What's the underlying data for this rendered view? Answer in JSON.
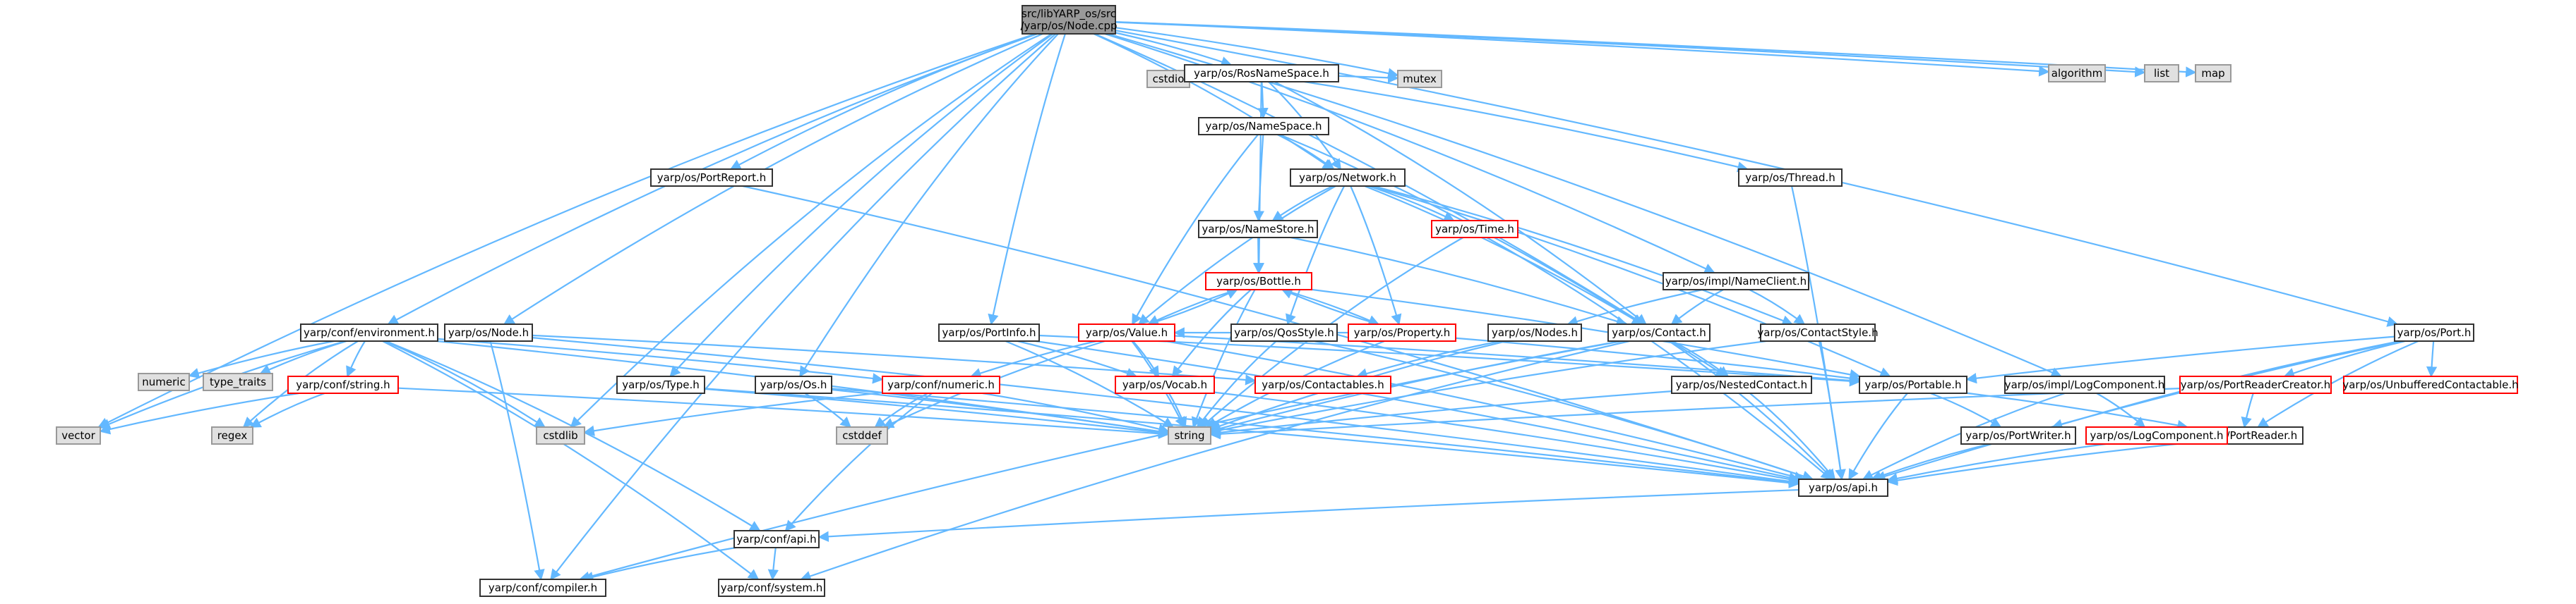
{
  "colors": {
    "edge": "#63b8ff",
    "node_border": "#333333",
    "node_border_missing": "#ff0000",
    "node_fill": "#ffffff",
    "external_fill": "#e0e0e0",
    "external_border": "#999999",
    "root_fill": "#999999",
    "text": "#000000"
  },
  "nodes": [
    {
      "id": "root",
      "label": [
        "src/libYARP_os/src",
        "/yarp/os/Node.cpp"
      ],
      "kind": "root"
    },
    {
      "id": "algorithm",
      "label": [
        "algorithm"
      ],
      "kind": "external"
    },
    {
      "id": "list",
      "label": [
        "list"
      ],
      "kind": "external"
    },
    {
      "id": "map",
      "label": [
        "map"
      ],
      "kind": "external"
    },
    {
      "id": "mutex",
      "label": [
        "mutex"
      ],
      "kind": "external"
    },
    {
      "id": "cstdio",
      "label": [
        "cstdio"
      ],
      "kind": "external"
    },
    {
      "id": "numeric",
      "label": [
        "numeric"
      ],
      "kind": "external"
    },
    {
      "id": "type_traits",
      "label": [
        "type_traits"
      ],
      "kind": "external"
    },
    {
      "id": "vector",
      "label": [
        "vector"
      ],
      "kind": "external"
    },
    {
      "id": "regex",
      "label": [
        "regex"
      ],
      "kind": "external"
    },
    {
      "id": "cstdlib",
      "label": [
        "cstdlib"
      ],
      "kind": "external"
    },
    {
      "id": "cstddef",
      "label": [
        "cstddef"
      ],
      "kind": "external"
    },
    {
      "id": "string",
      "label": [
        "string"
      ],
      "kind": "external"
    },
    {
      "id": "RosNameSpace",
      "label": [
        "yarp/os/RosNameSpace.h"
      ],
      "kind": "normal"
    },
    {
      "id": "NameSpace",
      "label": [
        "yarp/os/NameSpace.h"
      ],
      "kind": "normal"
    },
    {
      "id": "Network",
      "label": [
        "yarp/os/Network.h"
      ],
      "kind": "normal"
    },
    {
      "id": "NameStore",
      "label": [
        "yarp/os/NameStore.h"
      ],
      "kind": "normal"
    },
    {
      "id": "Time",
      "label": [
        "yarp/os/Time.h"
      ],
      "kind": "missing"
    },
    {
      "id": "Bottle",
      "label": [
        "yarp/os/Bottle.h"
      ],
      "kind": "missing"
    },
    {
      "id": "Value",
      "label": [
        "yarp/os/Value.h"
      ],
      "kind": "missing"
    },
    {
      "id": "Property",
      "label": [
        "yarp/os/Property.h"
      ],
      "kind": "missing"
    },
    {
      "id": "Vocab",
      "label": [
        "yarp/os/Vocab.h"
      ],
      "kind": "missing"
    },
    {
      "id": "Contactables",
      "label": [
        "yarp/os/Contactables.h"
      ],
      "kind": "missing"
    },
    {
      "id": "ConfNumeric",
      "label": [
        "yarp/conf/numeric.h"
      ],
      "kind": "missing"
    },
    {
      "id": "ConfString",
      "label": [
        "yarp/conf/string.h"
      ],
      "kind": "missing"
    },
    {
      "id": "ConfEnvironment",
      "label": [
        "yarp/conf/environment.h"
      ],
      "kind": "normal"
    },
    {
      "id": "NodeH",
      "label": [
        "yarp/os/Node.h"
      ],
      "kind": "normal"
    },
    {
      "id": "PortReport",
      "label": [
        "yarp/os/PortReport.h"
      ],
      "kind": "normal"
    },
    {
      "id": "PortInfo",
      "label": [
        "yarp/os/PortInfo.h"
      ],
      "kind": "normal"
    },
    {
      "id": "QosStyle",
      "label": [
        "yarp/os/QosStyle.h"
      ],
      "kind": "normal"
    },
    {
      "id": "Type",
      "label": [
        "yarp/os/Type.h"
      ],
      "kind": "normal"
    },
    {
      "id": "OsH",
      "label": [
        "yarp/os/Os.h"
      ],
      "kind": "normal"
    },
    {
      "id": "Thread",
      "label": [
        "yarp/os/Thread.h"
      ],
      "kind": "normal"
    },
    {
      "id": "NameClient",
      "label": [
        "yarp/os/impl/NameClient.h"
      ],
      "kind": "normal"
    },
    {
      "id": "Nodes",
      "label": [
        "yarp/os/Nodes.h"
      ],
      "kind": "normal"
    },
    {
      "id": "Contact",
      "label": [
        "yarp/os/Contact.h"
      ],
      "kind": "normal"
    },
    {
      "id": "ContactStyle",
      "label": [
        "yarp/os/ContactStyle.h"
      ],
      "kind": "normal"
    },
    {
      "id": "NestedContact",
      "label": [
        "yarp/os/NestedContact.h"
      ],
      "kind": "normal"
    },
    {
      "id": "Portable",
      "label": [
        "yarp/os/Portable.h"
      ],
      "kind": "normal"
    },
    {
      "id": "PortWriter",
      "label": [
        "yarp/os/PortWriter.h"
      ],
      "kind": "normal"
    },
    {
      "id": "PortReader",
      "label": [
        "yarp/os/PortReader.h"
      ],
      "kind": "normal"
    },
    {
      "id": "LogComponentImpl",
      "label": [
        "yarp/os/impl/LogComponent.h"
      ],
      "kind": "normal"
    },
    {
      "id": "LogComponent",
      "label": [
        "yarp/os/LogComponent.h"
      ],
      "kind": "missing"
    },
    {
      "id": "PortH",
      "label": [
        "yarp/os/Port.h"
      ],
      "kind": "normal"
    },
    {
      "id": "PortReaderCreator",
      "label": [
        "yarp/os/PortReaderCreator.h"
      ],
      "kind": "missing"
    },
    {
      "id": "UnbufferedContactable",
      "label": [
        "yarp/os/UnbufferedContactable.h"
      ],
      "kind": "missing"
    },
    {
      "id": "Api",
      "label": [
        "yarp/os/api.h"
      ],
      "kind": "normal"
    },
    {
      "id": "ConfApi",
      "label": [
        "yarp/conf/api.h"
      ],
      "kind": "normal"
    },
    {
      "id": "ConfCompiler",
      "label": [
        "yarp/conf/compiler.h"
      ],
      "kind": "normal"
    },
    {
      "id": "ConfSystem",
      "label": [
        "yarp/conf/system.h"
      ],
      "kind": "normal"
    }
  ]
}
